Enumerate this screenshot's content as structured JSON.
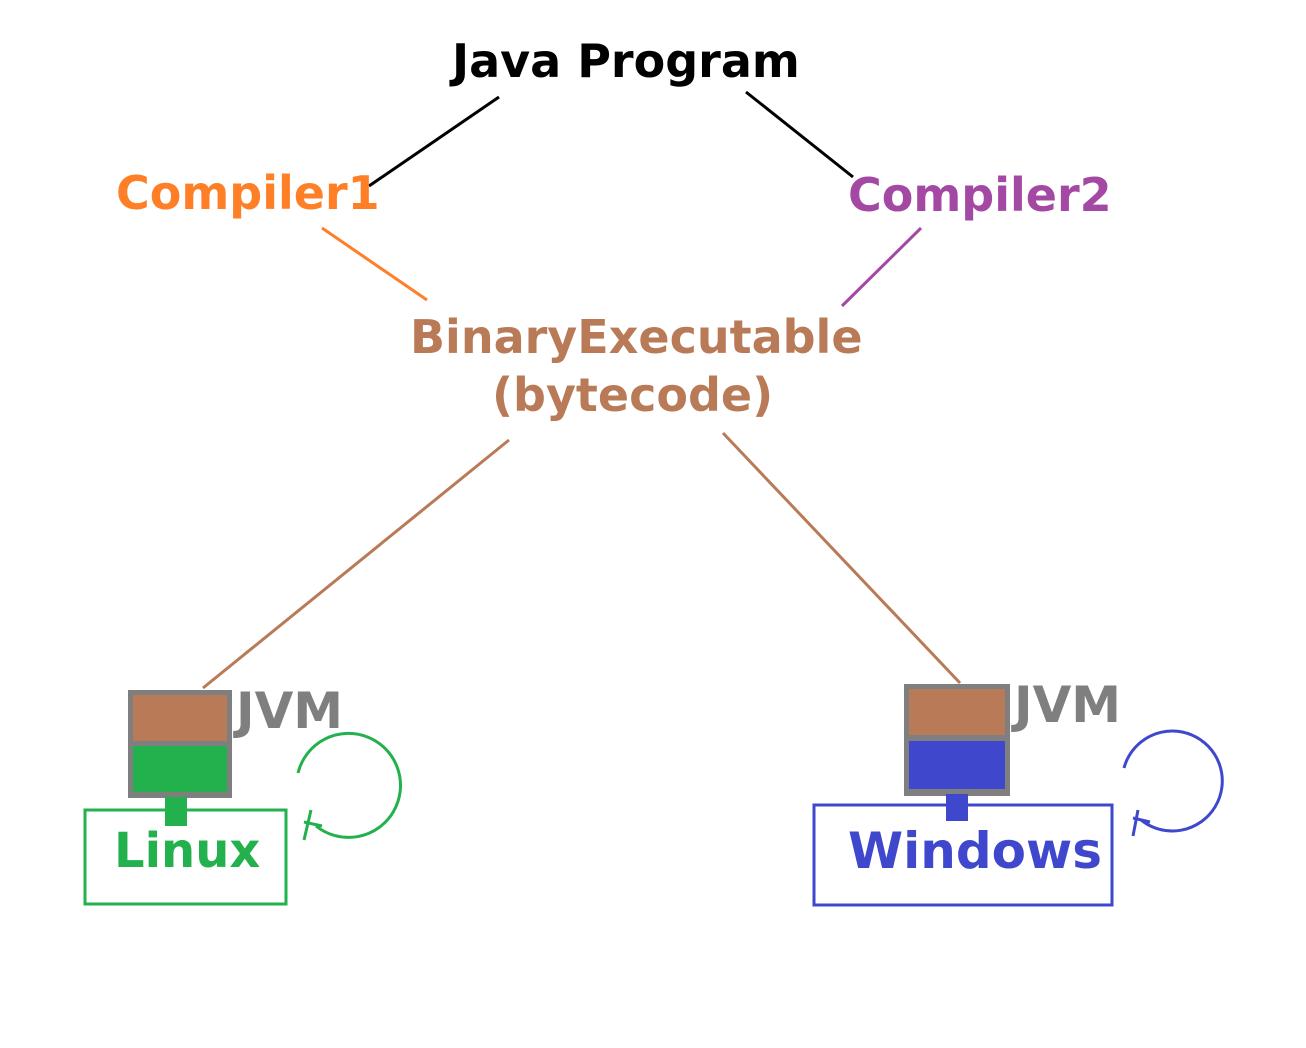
{
  "nodes": {
    "java_program": "Java Program",
    "compiler1": "Compiler1",
    "compiler2": "Compiler2",
    "binary_line1": "BinaryExecutable",
    "binary_line2": "(bytecode)",
    "jvm_left": "JVM",
    "jvm_right": "JVM",
    "os_left": "Linux",
    "os_right": "Windows"
  },
  "colors": {
    "java_program": "#000000",
    "compiler1": "#ff7f27",
    "compiler2": "#a349a4",
    "bytecode": "#b97a57",
    "jvm": "#7f7f7f",
    "linux": "#22b14c",
    "windows": "#3f48cc"
  }
}
